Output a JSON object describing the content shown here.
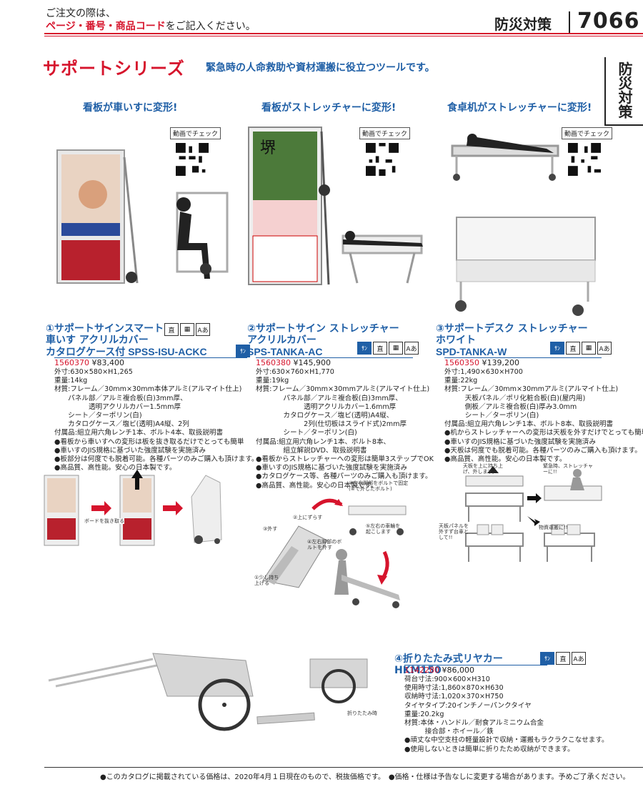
{
  "header": {
    "note_line1": "ご注文の際は、",
    "note_red": "ページ・番号・商品コード",
    "note_line2_tail": "をご記入ください。",
    "section": "防災対策",
    "page": "7066",
    "side_tab": "防災対策"
  },
  "series": {
    "title": "サポートシリーズ",
    "desc": "緊急時の人命救助や資材運搬に役立つツールです。"
  },
  "captions": {
    "c1": "看板が車いすに変形!",
    "c2": "看板がストレッチャーに変形!",
    "c3": "食卓机がストレッチャーに変形!",
    "movie": "動画でチェック"
  },
  "products": [
    {
      "title_lines": [
        "①サポートサインスマート",
        "車いす アクリルカバー"
      ],
      "title_model": "カタログケース付 SPSS-ISU-ACKC",
      "code": "1560370",
      "price": "¥83,400",
      "spec": "外寸:630×580×H1,265\n重量:14kg\n材質:フレーム／30mm×30mm本体アルミ(アルマイト仕上)\n　　パネル部／アルミ複合板(白)3mm厚、\n　　　　　透明アクリルカバー1.5mm厚\n　　シート／ターポリン(白)\n　　カタログケース／塩ビ(透明)A4縦、2列\n付属品:組立用六角レンチ1本、ボルト4本、取扱説明書\n●看板から車いすへの変形は板を抜き取るだけでとっても簡単\n●車いすのJIS規格に基づいた強度試験を実施済み\n●板部分は何度でも脱着可能。各種パーツのみご購入も頂けます。\n●高品質、高性能。安心の日本製です。"
    },
    {
      "title_lines": [
        "②サポートサイン ストレッチャー",
        "アクリルカバー"
      ],
      "title_model": "SPS-TANKA-AC",
      "code": "1560380",
      "price": "¥145,900",
      "spec": "外寸:630×760×H1,770\n重量:19kg\n材質:フレーム／30mm×30mmアルミ(アルマイト仕上)\n　　　　パネル部／アルミ複合板(白)3mm厚、\n　　　　　　　透明アクリルカバー1.6mm厚\n　　　　カタログケース／塩ビ(透明)A4縦、\n　　　　　　　2列(仕切板はスライド式)2mm厚\n　　　　シート／ターポリン(白)\n付属品:組立用六角レンチ1本、ボルト8本、\n　　　　組立解説DVD、取扱説明書\n●看板からストレッチャーへの変形は簡単3ステップでOK\n●車いすのJIS規格に基づいた強度試験を実施済み\n●カタログケース等、各種パーツのみご購入も頂けます。\n●高品質、高性能。安心の日本製です。"
    },
    {
      "title_lines": [
        "③サポートデスク ストレッチャー",
        "ホワイト"
      ],
      "title_model": "SPD-TANKA-W",
      "code": "1560350",
      "price": "¥139,200",
      "spec": "外寸:1,490×630×H700\n重量:22kg\n材質:フレーム／30mm×30mmアルミ(アルマイト仕上)\n　　　天板パネル／ポリ化粧合板(白)(屋内用)\n　　　側板／アルミ複合板(白)厚み3.0mm\n　　　シート／ターポリン(白)\n付属品:組立用六角レンチ1本、ボルト8本、取扱説明書\n●机からストレッチャーへの変形は天板を外すだけでとっても簡単\n●車いすのJIS規格に基づいた強度試験を実施済み\n●天板は何度でも脱着可能。各種パーツのみご購入も頂けます。\n●高品質、高性能。安心の日本製です。"
    },
    {
      "title_lines": [
        "④折りたたみ式リヤカー HKM150"
      ],
      "title_model": "",
      "code": "1142280",
      "price": "¥86,000",
      "spec": "荷台寸法:900×600×H310\n使用時寸法:1,860×870×H630\n収納時寸法:1,020×370×H750\nタイヤタイプ:20インチノーパンクタイヤ\n重量:20.2kg\n材質:本体・ハンドル／耐食アルミニウム合金\n　　　接合部・ホイール／鉄\n●頑丈な中空支柱の軽量設計で収納・運搬もラクラクこなせます。\n●使用しないときは簡単に折りたため収納ができます。"
    }
  ],
  "icon_labels": {
    "kanji": "直",
    "calc": "▦",
    "ab": "Aあ",
    "ja": "ｻﾝ"
  },
  "annotations": {
    "board": "ボードを抜き取る",
    "s2_1": "④左右脚部をボルトで固定(④で外したボルト)",
    "s2_2": "②上にずらす",
    "s2_3": "③外す",
    "s2_4": "④左右脚部のボルトを外す",
    "s2_5": "⑤左右の車輪を起こします",
    "s2_6": "①少し持ち上げる",
    "s3_1": "天板を上に持ち上げ、外します。",
    "s3_2": "緊急時、ストレッチャーに!!",
    "s3_3": "天板パネルを外すず台車として!!",
    "s3_4": "物資運搬に!!",
    "fold": "折りたたみ時"
  },
  "footer": {
    "text": "●このカタログに掲載されている価格は、2020年4月１日現在のもので、税抜価格です。　●価格・仕様は予告なしに変更する場合があります。予めご了承ください。"
  }
}
